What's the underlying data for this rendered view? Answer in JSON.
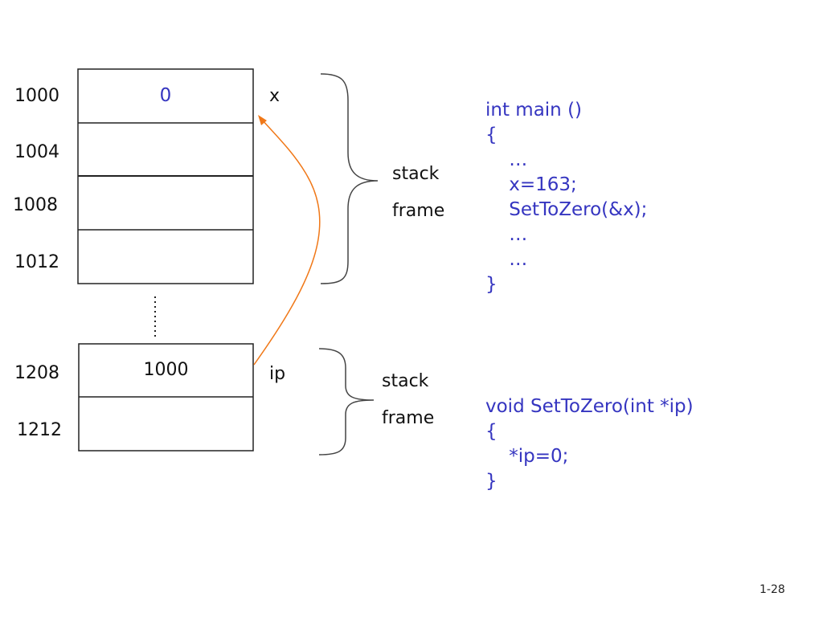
{
  "memory_top": {
    "addresses": [
      "1000",
      "1004",
      "1008",
      "1012"
    ],
    "cells": [
      "0",
      "",
      "",
      ""
    ],
    "var_label": "x"
  },
  "memory_bottom": {
    "addresses": [
      "1208",
      "1212"
    ],
    "cells": [
      "1000",
      ""
    ],
    "var_label": "ip"
  },
  "frame_top": {
    "line1": "stack",
    "line2": "frame"
  },
  "frame_bottom": {
    "line1": "stack",
    "line2": "frame"
  },
  "code_main": [
    "int main ()",
    "{",
    "    …",
    "    x=163;",
    "    SetToZero(&x);",
    "    …",
    "    …",
    "}"
  ],
  "code_func": [
    "void SetToZero(int *ip)",
    "{",
    "    *ip=0;",
    "}"
  ],
  "page_number": "1-28",
  "colors": {
    "code": "#3535c0",
    "arrow": "#f07818"
  }
}
